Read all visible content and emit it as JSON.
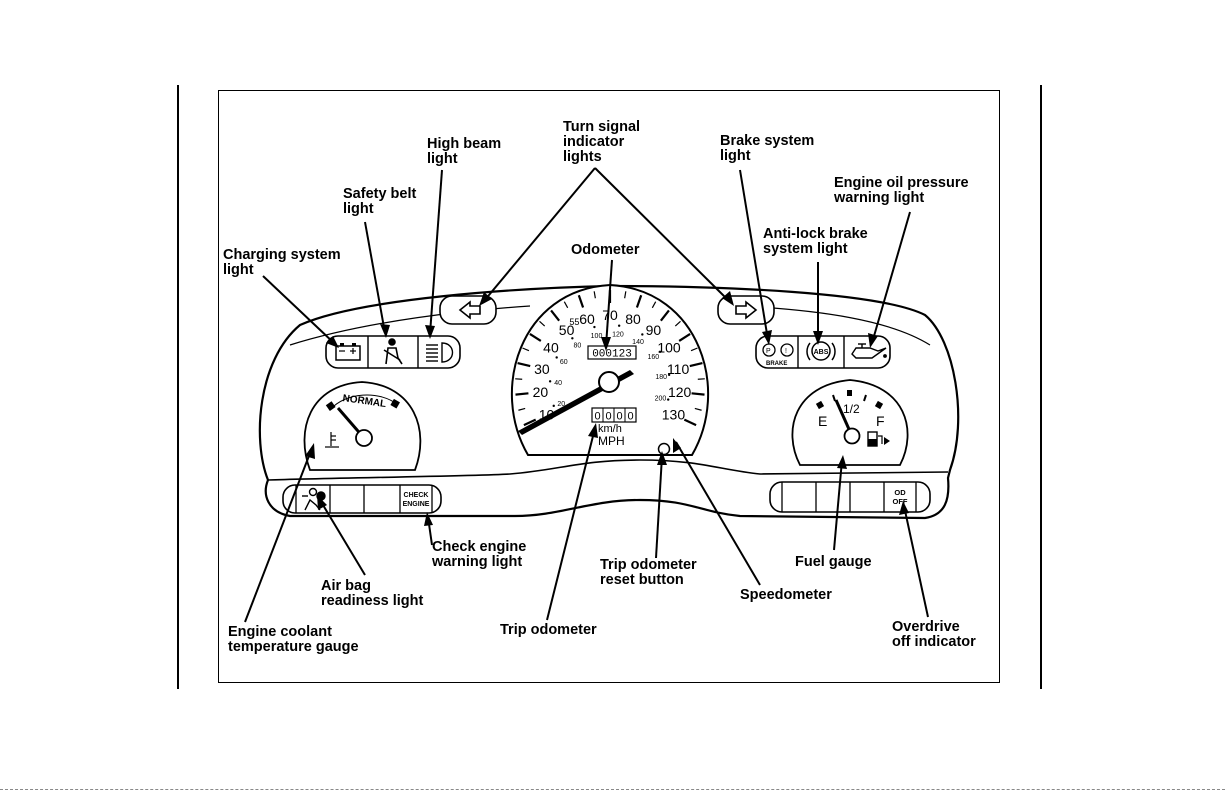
{
  "labels": {
    "charging_system": [
      "Charging system",
      "light"
    ],
    "safety_belt": [
      "Safety belt",
      "light"
    ],
    "high_beam": [
      "High beam",
      "light"
    ],
    "turn_signal": [
      "Turn signal",
      "indicator",
      "lights"
    ],
    "brake_system": [
      "Brake system",
      "light"
    ],
    "engine_oil": [
      "Engine oil pressure",
      "warning light"
    ],
    "anti_lock": [
      "Anti-lock brake",
      "system light"
    ],
    "odometer": [
      "Odometer"
    ],
    "check_engine": [
      "Check engine",
      "warning light"
    ],
    "air_bag": [
      "Air bag",
      "readiness light"
    ],
    "engine_coolant": [
      "Engine coolant",
      "temperature gauge"
    ],
    "trip_odometer": [
      "Trip odometer"
    ],
    "trip_reset": [
      "Trip odometer",
      "reset button"
    ],
    "speedometer": [
      "Speedometer"
    ],
    "fuel_gauge": [
      "Fuel gauge"
    ],
    "overdrive": [
      "Overdrive",
      "off indicator"
    ]
  },
  "dash": {
    "odometer_value": "000123",
    "trip_digits": [
      "0",
      "0",
      "0",
      "0"
    ],
    "units_kmh": "km/h",
    "units_mph": "MPH",
    "mph_ticks": [
      "10",
      "20",
      "30",
      "40",
      "50",
      "55",
      "60",
      "70",
      "80",
      "90",
      "100",
      "110",
      "120",
      "130"
    ],
    "kmh_ticks": [
      "20",
      "40",
      "60",
      "80",
      "100",
      "120",
      "140",
      "160",
      "180",
      "200"
    ],
    "temp_normal": "NORMAL",
    "fuel_e": "E",
    "fuel_half": "1/2",
    "fuel_f": "F",
    "check_engine_lines": [
      "CHECK",
      "ENGINE"
    ],
    "od_off_lines": [
      "OD",
      "OFF"
    ],
    "abs_text": "ABS",
    "brake_text": "BRAKE"
  }
}
